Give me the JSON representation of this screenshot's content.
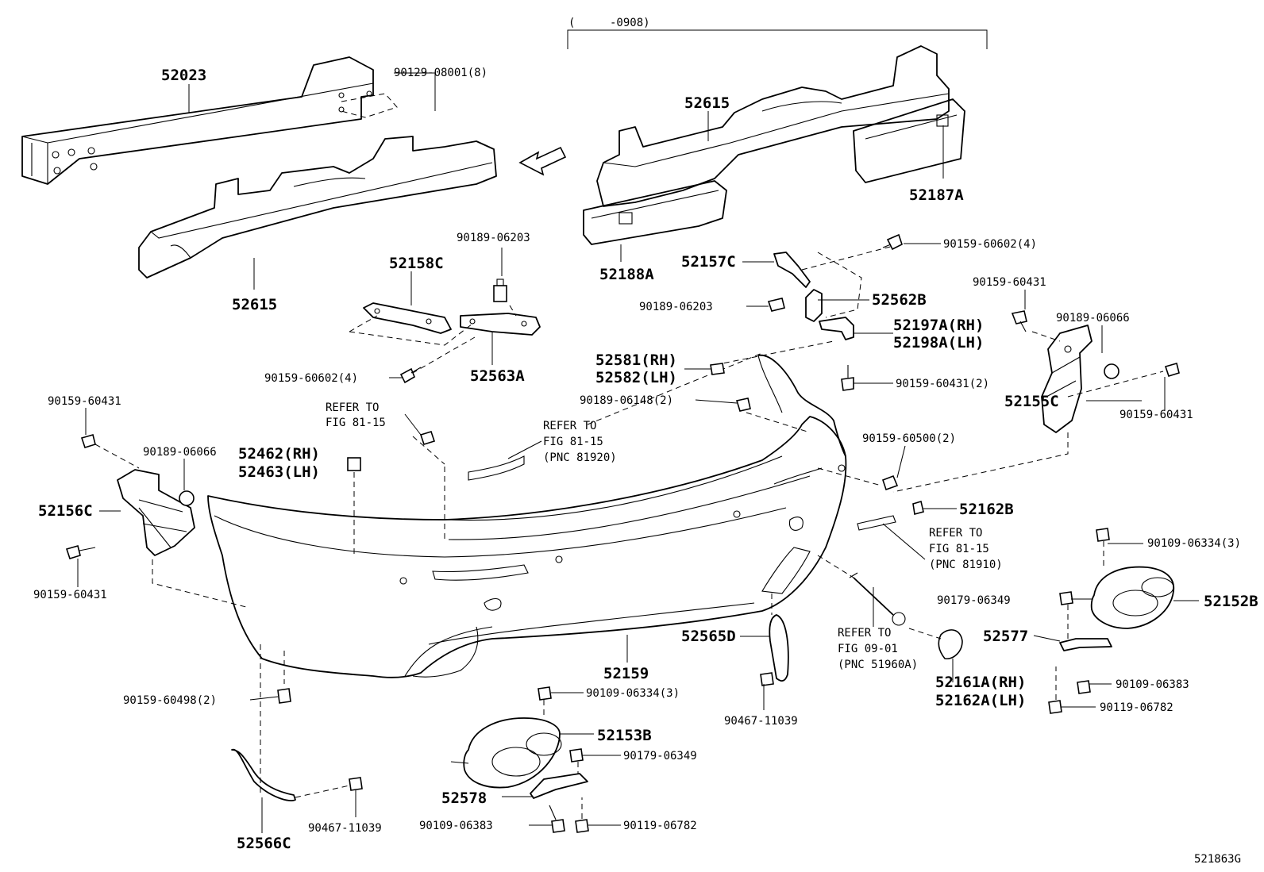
{
  "labels": {
    "range_open": "(",
    "range_code": "-0908)",
    "p52023": "52023",
    "p90129_08001": "90129-08001(8)",
    "p52615_top": "52615",
    "p52615_left": "52615",
    "p52187A": "52187A",
    "p52188A": "52188A",
    "p90159_60602_right": "90159-60602(4)",
    "p90189_06203_left": "90189-06203",
    "p52158C": "52158C",
    "p52157C": "52157C",
    "p90189_06203_mid": "90189-06203",
    "p52562B": "52562B",
    "p52197A": "52197A(RH)",
    "p52198A": "52198A(LH)",
    "p90159_60431_right_top": "90159-60431",
    "p90189_06066_right": "90189-06066",
    "p90159_60602_left": "90159-60602(4)",
    "p52563A": "52563A",
    "p52581": "52581(RH)",
    "p52582": "52582(LH)",
    "p90159_60431_2": "90159-60431(2)",
    "p90159_60431_left_top": "90159-60431",
    "p_refer1_a": "REFER TO",
    "p_refer1_b": "FIG 81-15",
    "p90189_06148": "90189-06148(2)",
    "p52155C": "52155C",
    "p90159_60431_right_bot": "90159-60431",
    "p_refer2_a": "REFER TO",
    "p_refer2_b": "FIG 81-15",
    "p_refer2_c": "(PNC 81920)",
    "p90159_60500": "90159-60500(2)",
    "p90189_06066_left": "90189-06066",
    "p52462": "52462(RH)",
    "p52463": "52463(LH)",
    "p52156C": "52156C",
    "p52162B": "52162B",
    "p_refer3_a": "REFER TO",
    "p_refer3_b": "FIG 81-15",
    "p_refer3_c": "(PNC 81910)",
    "p90109_06334_right": "90109-06334(3)",
    "p52152B": "52152B",
    "p90159_60431_left_bot": "90159-60431",
    "p90179_06349_right": "90179-06349",
    "p52577": "52577",
    "p_refer4_a": "REFER TO",
    "p_refer4_b": "FIG 09-01",
    "p_refer4_c": "(PNC 51960A)",
    "p52565D": "52565D",
    "p90109_06383_right": "90109-06383",
    "p52159": "52159",
    "p52161A": "52161A(RH)",
    "p52162A": "52162A(LH)",
    "p90119_06782_right": "90119-06782",
    "p90159_60498": "90159-60498(2)",
    "p90467_11039_mid": "90467-11039",
    "p90109_06334_mid": "90109-06334(3)",
    "p52153B": "52153B",
    "p90179_06349_mid": "90179-06349",
    "p52578": "52578",
    "p90467_11039_left": "90467-11039",
    "p90109_06383_mid": "90109-06383",
    "p90119_06782_mid": "90119-06782",
    "p52566C": "52566C",
    "figure_code": "521863G"
  }
}
